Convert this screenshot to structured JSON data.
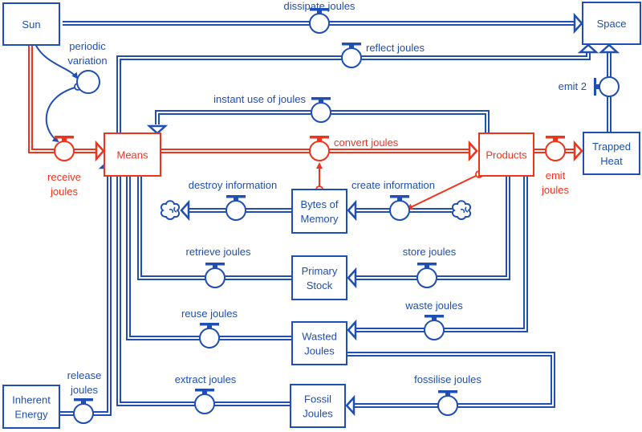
{
  "colors": {
    "primary": "#1f4fb4",
    "highlight": "#f0341c",
    "background": "#ffffff"
  },
  "stocks": {
    "sun": {
      "lines": [
        "Sun"
      ],
      "color": "primary"
    },
    "space": {
      "lines": [
        "Space"
      ],
      "color": "primary"
    },
    "means": {
      "lines": [
        "Means"
      ],
      "color": "highlight"
    },
    "products": {
      "lines": [
        "Products"
      ],
      "color": "highlight"
    },
    "trapped_heat": {
      "lines": [
        "Trapped",
        "Heat"
      ],
      "color": "primary"
    },
    "bytes_of_memory": {
      "lines": [
        "Bytes of",
        "Memory"
      ],
      "color": "primary"
    },
    "primary_stock": {
      "lines": [
        "Primary",
        "Stock"
      ],
      "color": "primary"
    },
    "wasted_joules": {
      "lines": [
        "Wasted",
        "Joules"
      ],
      "color": "primary"
    },
    "fossil_joules": {
      "lines": [
        "Fossil",
        "Joules"
      ],
      "color": "primary"
    },
    "inherent_energy": {
      "lines": [
        "Inherent",
        "Energy"
      ],
      "color": "primary"
    }
  },
  "flows": {
    "dissipate_joules": {
      "label": "dissipate joules",
      "from": "Sun",
      "to": "Space"
    },
    "reflect_joules": {
      "label": "reflect joules",
      "from": "Means",
      "to": "Space"
    },
    "emit_2": {
      "label": "emit 2",
      "from": "Trapped Heat",
      "to": "Space"
    },
    "instant_use_of_joules": {
      "label": "instant use of joules",
      "from": "Products",
      "to": "Means"
    },
    "receive_joules": {
      "label": [
        "receive",
        "joules"
      ],
      "from": "Sun",
      "to": "Means"
    },
    "convert_joules": {
      "label": "convert joules",
      "from": "Means",
      "to": "Products"
    },
    "emit_joules": {
      "label": [
        "emit",
        "joules"
      ],
      "from": "Products",
      "to": "Trapped Heat"
    },
    "destroy_information": {
      "label": "destroy information",
      "from": "Bytes of Memory",
      "to": "cloud"
    },
    "create_information": {
      "label": "create information",
      "from": "cloud",
      "to": "Bytes of Memory"
    },
    "retrieve_joules": {
      "label": "retrieve joules",
      "from": "Primary Stock",
      "to": "Means"
    },
    "store_joules": {
      "label": "store joules",
      "from": "Products",
      "to": "Primary Stock"
    },
    "reuse_joules": {
      "label": "reuse joules",
      "from": "Wasted Joules",
      "to": "Means"
    },
    "waste_joules": {
      "label": "waste joules",
      "from": "Products",
      "to": "Wasted Joules"
    },
    "extract_joules": {
      "label": "extract joules",
      "from": "Fossil Joules",
      "to": "Means"
    },
    "fossilise_joules": {
      "label": "fossilise joules",
      "from": "Wasted Joules",
      "to": "Fossil Joules"
    },
    "release_joules": {
      "label": [
        "release",
        "joules"
      ],
      "from": "Inherent Energy",
      "to": "Means"
    }
  },
  "auxiliaries": {
    "periodic_variation": {
      "label": [
        "periodic",
        "variation"
      ]
    }
  }
}
